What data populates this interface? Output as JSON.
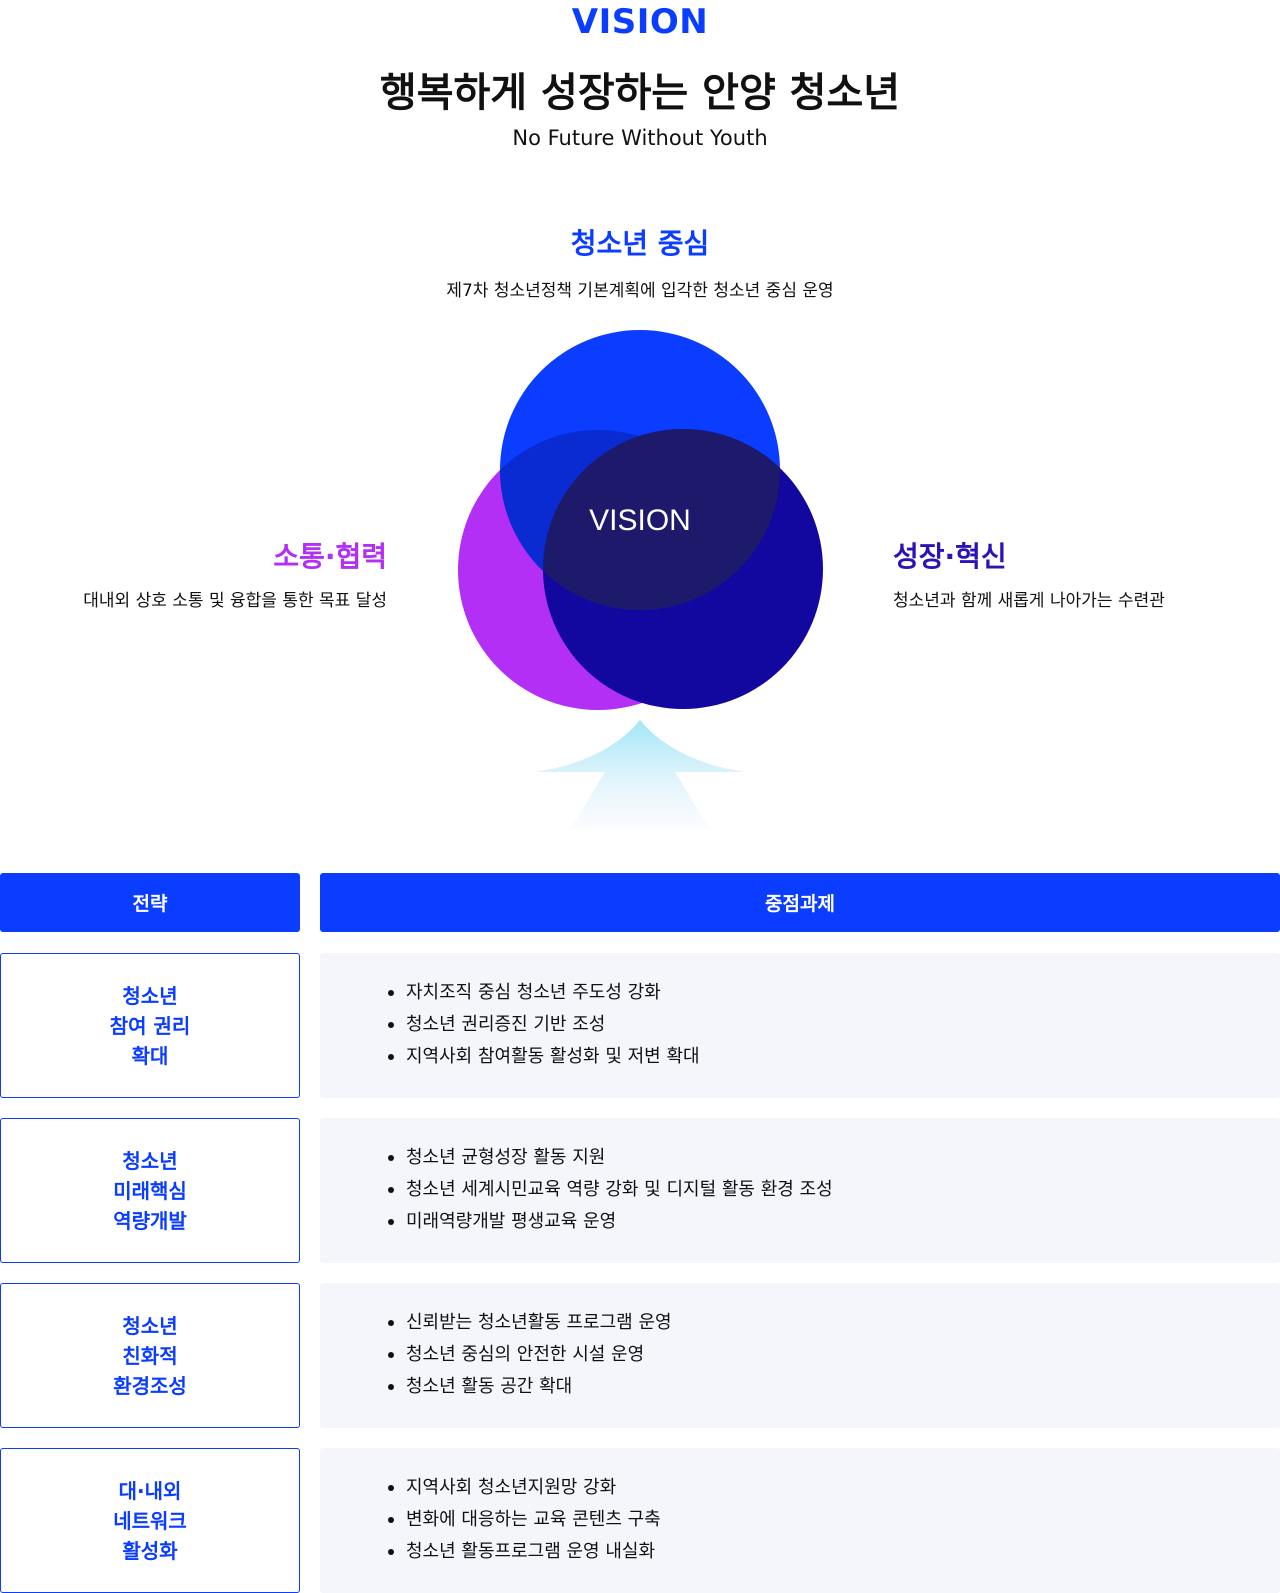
{
  "header": {
    "label": "VISION",
    "title": "행복하게 성장하는 안양 청소년",
    "subtitle": "No Future Without Youth"
  },
  "pillars": {
    "top": {
      "title": "청소년 중심",
      "desc": "제7차 청소년정책 기본계획에 입각한 청소년 중심 운영"
    },
    "left": {
      "title": "소통·협력",
      "desc": "대내외 상호 소통 및 융합을 통한 목표 달성"
    },
    "right": {
      "title": "성장·혁신",
      "desc": "청소년과 함께 새롭게 나아가는 수련관"
    }
  },
  "venn": {
    "center_label": "VISION",
    "colors": {
      "top": "#0a3dff",
      "left": "#b32ff5",
      "right": "#12079e",
      "center": "#1d1a6b"
    }
  },
  "table": {
    "strategy_header": "전략",
    "tasks_header": "중점과제",
    "rows": [
      {
        "strategy": "청소년\n참여 권리\n확대",
        "tasks": [
          "자치조직 중심 청소년 주도성 강화",
          "청소년 권리증진 기반 조성",
          "지역사회 참여활동 활성화 및 저변 확대"
        ]
      },
      {
        "strategy": "청소년\n미래핵심\n역량개발",
        "tasks": [
          "청소년 균형성장 활동 지원",
          "청소년 세계시민교육 역량 강화 및 디지털 활동 환경 조성",
          "미래역량개발 평생교육 운영"
        ]
      },
      {
        "strategy": "청소년\n친화적\n환경조성",
        "tasks": [
          "신뢰받는 청소년활동 프로그램 운영",
          "청소년 중심의 안전한 시설 운영",
          "청소년 활동 공간 확대"
        ]
      },
      {
        "strategy": "대·내외\n네트워크\n활성화",
        "tasks": [
          "지역사회 청소년지원망 강화",
          "변화에 대응하는 교육 콘텐츠 구축",
          "청소년 활동프로그램 운영 내실화"
        ]
      }
    ]
  }
}
